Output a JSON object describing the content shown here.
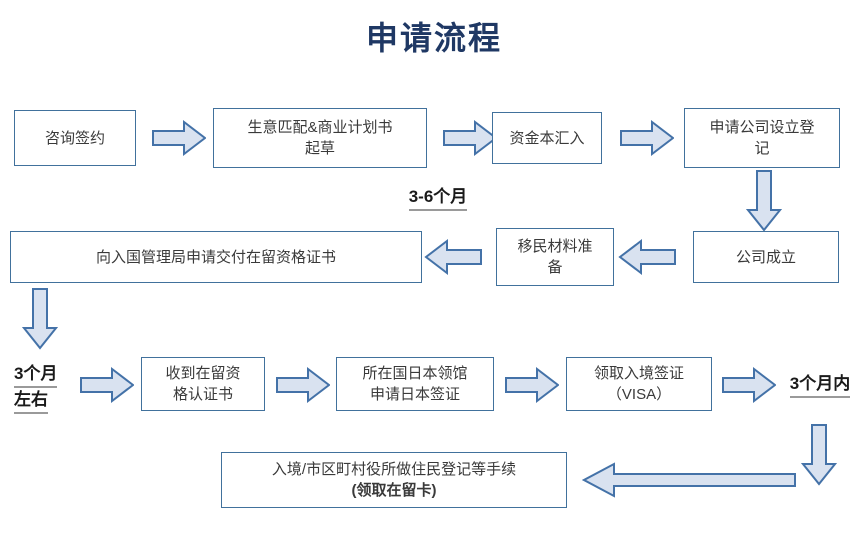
{
  "page": {
    "title": "申请流程",
    "title_color": "#1F3864",
    "box_border_color": "#41719C",
    "arrow_fill_color": "#D9E2F0",
    "arrow_border_color": "#4472A8",
    "background_color": "#FFFFFF"
  },
  "rows": {
    "row1": {
      "boxes": [
        {
          "id": "consult-sign",
          "lines": [
            "咨询签约"
          ]
        },
        {
          "id": "business-match-plan",
          "lines": [
            "生意匹配&商业计划书",
            "起草"
          ]
        },
        {
          "id": "capital-remittance",
          "lines": [
            "资金本汇入"
          ]
        },
        {
          "id": "company-registration-apply",
          "lines": [
            "申请公司设立登记",
            "记"
          ]
        }
      ]
    },
    "row2": {
      "boxes": [
        {
          "id": "apply-residence-certificate",
          "lines": [
            "向入国管理局申请交付在留资格证书"
          ]
        },
        {
          "id": "immigration-materials-prep",
          "lines": [
            "移民材料准",
            "备"
          ]
        },
        {
          "id": "company-established",
          "lines": [
            "公司成立"
          ]
        }
      ]
    },
    "row3": {
      "boxes": [
        {
          "id": "receive-residence-certificate",
          "lines": [
            "收到在留资",
            "格认证书"
          ]
        },
        {
          "id": "apply-japan-visa-consulate",
          "lines": [
            "所在国日本领馆",
            "申请日本签证"
          ]
        },
        {
          "id": "receive-entry-visa",
          "lines": [
            "领取入境签证",
            "（VISA）"
          ]
        }
      ]
    },
    "row4": {
      "boxes": [
        {
          "id": "entry-resident-registration",
          "lines": [
            "入境/市区町村役所做住民登记等手续",
            "(领取在留卡)"
          ]
        }
      ]
    }
  },
  "labels": {
    "duration_3_6_months": "3-6个月",
    "duration_3_months_about_line1": "3个月",
    "duration_3_months_about_line2": "左右",
    "duration_within_3_months": "3个月内"
  },
  "box_text": {
    "consult_sign": "咨询签约",
    "business_match_plan_l1": "生意匹配&商业计划书",
    "business_match_plan_l2": "起草",
    "capital_remittance": "资金本汇入",
    "company_registration_l1": "申请公司设立登",
    "company_registration_l2": "记",
    "apply_residence_certificate": "向入国管理局申请交付在留资格证书",
    "immigration_materials_l1": "移民材料准",
    "immigration_materials_l2": "备",
    "company_established": "公司成立",
    "receive_residence_cert_l1": "收到在留资",
    "receive_residence_cert_l2": "格认证书",
    "apply_visa_consulate_l1": "所在国日本领馆",
    "apply_visa_consulate_l2": "申请日本签证",
    "receive_entry_visa_l1": "领取入境签证",
    "receive_entry_visa_l2": "（VISA）",
    "entry_resident_reg_l1": "入境/市区町村役所做住民登记等手续",
    "entry_resident_reg_l2": "(领取在留卡)"
  },
  "arrows": [
    {
      "id": "arrow-r1-1",
      "direction": "right"
    },
    {
      "id": "arrow-r1-2",
      "direction": "right"
    },
    {
      "id": "arrow-r1-3",
      "direction": "right"
    },
    {
      "id": "arrow-down-registration-to-established",
      "direction": "down"
    },
    {
      "id": "arrow-r2-1",
      "direction": "left"
    },
    {
      "id": "arrow-r2-2",
      "direction": "left"
    },
    {
      "id": "arrow-down-residence-to-row3",
      "direction": "down"
    },
    {
      "id": "arrow-r3-1",
      "direction": "right"
    },
    {
      "id": "arrow-r3-2",
      "direction": "right"
    },
    {
      "id": "arrow-r3-3",
      "direction": "right"
    },
    {
      "id": "arrow-r3-4",
      "direction": "right"
    },
    {
      "id": "arrow-down-right-to-row4",
      "direction": "down"
    },
    {
      "id": "arrow-row4-left",
      "direction": "left-long"
    }
  ]
}
